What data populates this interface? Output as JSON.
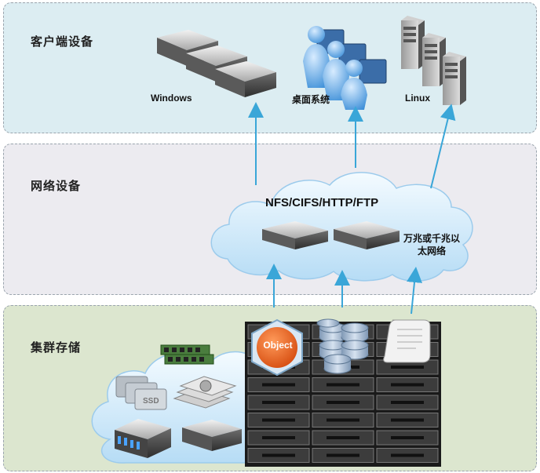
{
  "layers": {
    "client": "客户端设备",
    "network": "网络设备",
    "storage": "集群存储"
  },
  "clients": {
    "windows": "Windows",
    "desktop": "桌面系统",
    "linux": "Linux"
  },
  "network": {
    "protocols": "NFS/CIFS/HTTP/FTP",
    "ethernet_line1": "万兆或千兆以",
    "ethernet_line2": "太网络"
  },
  "storage": {
    "object_label": "Object",
    "ssd_label": "SSD"
  },
  "colors": {
    "client_band": "#dcedf2",
    "network_band": "#ecebf0",
    "storage_band": "#dce6cf",
    "arrow": "#3aa6d8",
    "cloud": "#cfe6f7",
    "object_orange": "#e85d1f"
  }
}
